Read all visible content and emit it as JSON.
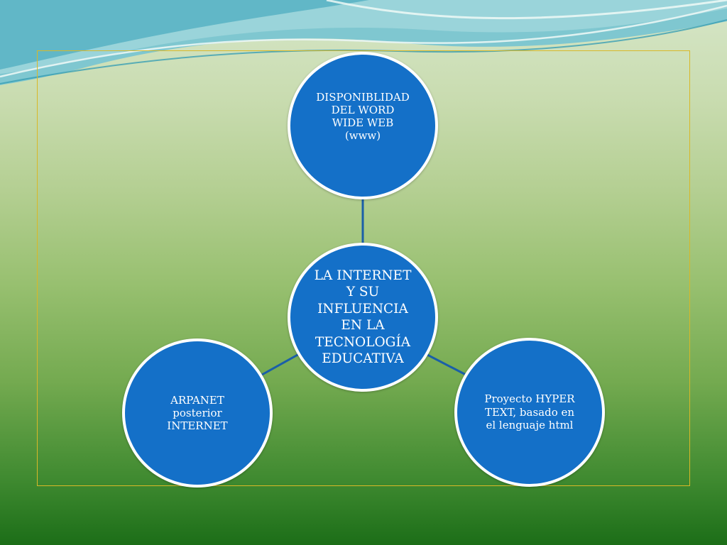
{
  "diagram": {
    "center": {
      "label": "LA INTERNET\nY SU\nINFLUENCIA\nEN LA\nTECNOLOGÍA\nEDUCATIVA"
    },
    "nodes": [
      {
        "label": "DISPONIBLIDAD\nDEL WORD\nWIDE  WEB\n(www)"
      },
      {
        "label": "Proyecto  HYPER\nTEXT, basado en\nel lenguaje  html"
      },
      {
        "label": "ARPANET\nposterior\nINTERNET"
      }
    ],
    "colors": {
      "node_fill": "#1470c8",
      "node_border": "#ffffff",
      "connector": "#1a5fa8",
      "frame": "#d8b828"
    }
  }
}
